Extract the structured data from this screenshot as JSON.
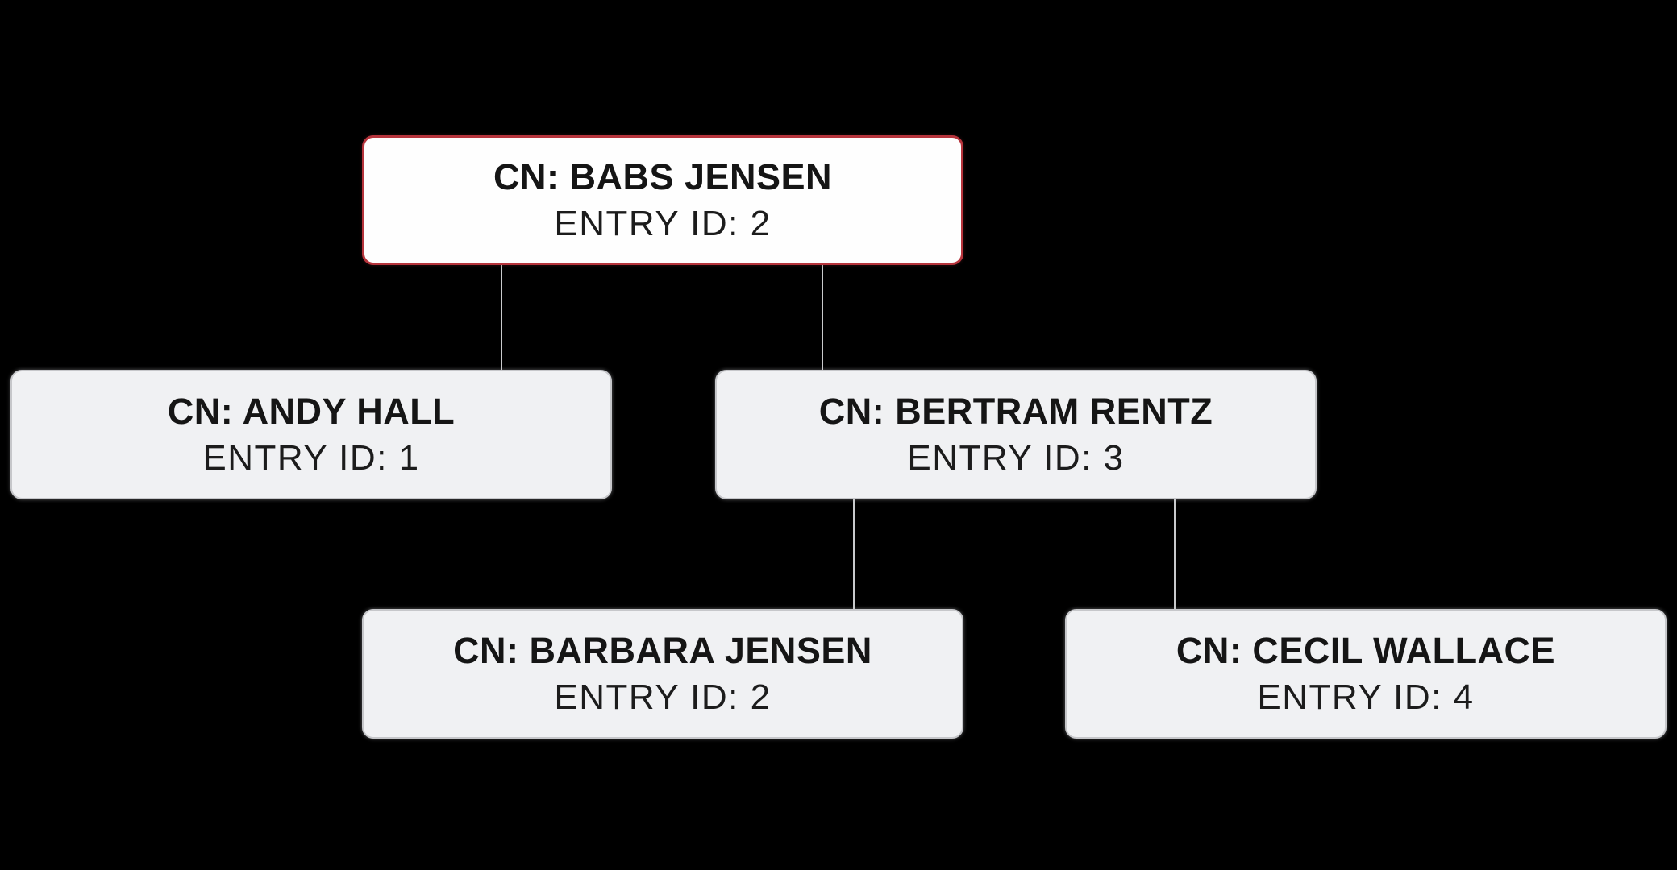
{
  "diagram": {
    "type": "tree",
    "background_color": "#000000",
    "colors": {
      "highlight_node_border": "#b6343c",
      "highlight_node_fill": "#fefefe",
      "node_fill": "#f0f1f3",
      "node_border": "#c6c7ca",
      "connector": "#c9cacc",
      "text": "#151515"
    },
    "nodes": {
      "babs": {
        "cn": "CN: BABS JENSEN",
        "entry": "ENTRY ID: 2",
        "highlighted": true
      },
      "andy": {
        "cn": "CN: ANDY HALL",
        "entry": "ENTRY ID: 1",
        "highlighted": false
      },
      "bertram": {
        "cn": "CN: BERTRAM RENTZ",
        "entry": "ENTRY ID: 3",
        "highlighted": false
      },
      "barbara": {
        "cn": "CN: BARBARA JENSEN",
        "entry": "ENTRY ID: 2",
        "highlighted": false
      },
      "cecil": {
        "cn": "CN: CECIL WALLACE",
        "entry": "ENTRY ID: 4",
        "highlighted": false
      }
    },
    "edges": [
      {
        "from": "babs",
        "to": "andy"
      },
      {
        "from": "babs",
        "to": "bertram"
      },
      {
        "from": "bertram",
        "to": "barbara"
      },
      {
        "from": "bertram",
        "to": "cecil"
      }
    ]
  }
}
